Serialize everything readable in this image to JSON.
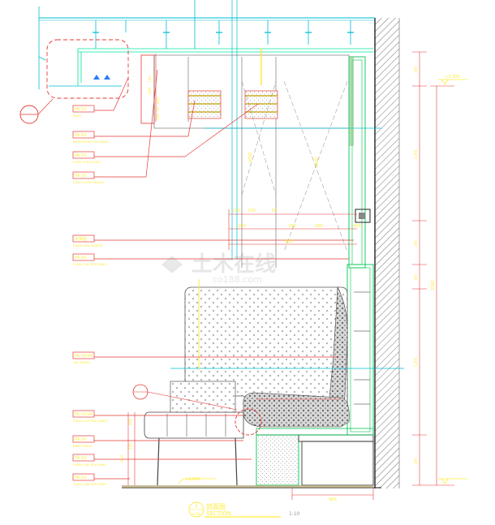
{
  "callouts": [
    {
      "code": "PA-10",
      "desc": "PAINT"
    },
    {
      "code": "PA-10",
      "desc": "INTEGRATED OAK PANEL"
    },
    {
      "code": "PA-10",
      "desc": "STEEL STRUCTURE"
    },
    {
      "code": "PA-10",
      "desc": "OPEN COVER PANELS"
    },
    {
      "code": "木饰面",
      "desc": "FINISH OAK VENEER"
    },
    {
      "code": "PA-10",
      "desc": "FINISH OAK VEN PANEL"
    },
    {
      "code": "FA-10-04",
      "desc": "FAB. FABRIC"
    },
    {
      "code": "FA-10-04",
      "desc": "FINISH LEATHER FABRIC"
    },
    {
      "code": "PA-10",
      "desc": "PAINT FINISH"
    },
    {
      "code": "PA-10",
      "desc": "FINISH OAK VEN PANEL"
    },
    {
      "code": "PA-10",
      "desc": "FINISH OAK VEN PANEL"
    }
  ],
  "top_dims": [
    "150",
    "150",
    "50",
    "200",
    "150",
    "200",
    "800",
    "400"
  ],
  "left_dims": [
    "150",
    "450",
    "450",
    "60",
    "150"
  ],
  "seat_dims": [
    "400",
    "120",
    "950"
  ],
  "bottom_dim": "900",
  "right_dims": [
    "300",
    "1200",
    "300",
    "300",
    "1200",
    "300"
  ],
  "right_total": "3300",
  "levels": [
    "±0.000",
    "+3.300"
  ],
  "vertical_labels": [
    "VOID",
    "VOID"
  ],
  "section_marker": {
    "number": "1",
    "sheet": "A-10"
  },
  "title": {
    "cn": "剖面图",
    "en": "SECTION",
    "scale": "1:10"
  },
  "watermark": {
    "main": "土木在线",
    "sub": "co188.com"
  }
}
